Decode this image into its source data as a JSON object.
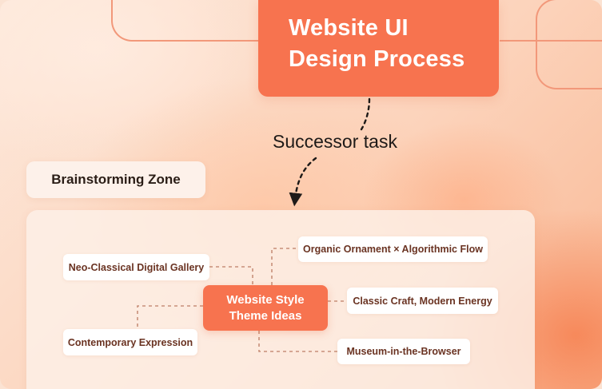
{
  "title": {
    "line1": "Website UI",
    "line2": "Design Process"
  },
  "connector": {
    "label": "Successor task"
  },
  "zone": {
    "label": "Brainstorming Zone"
  },
  "mindmap": {
    "center": {
      "line1": "Website Style",
      "line2": "Theme Ideas"
    },
    "ideas": {
      "neo_classical": "Neo-Classical Digital Gallery",
      "contemporary": "Contemporary Expression",
      "organic": "Organic Ornament × Algorithmic Flow",
      "classic_craft": "Classic Craft, Modern Energy",
      "museum": "Museum-in-the-Browser"
    }
  },
  "colors": {
    "accent": "#f7734f",
    "node_text": "#6a3322",
    "dashed_line": "#c8907a"
  }
}
